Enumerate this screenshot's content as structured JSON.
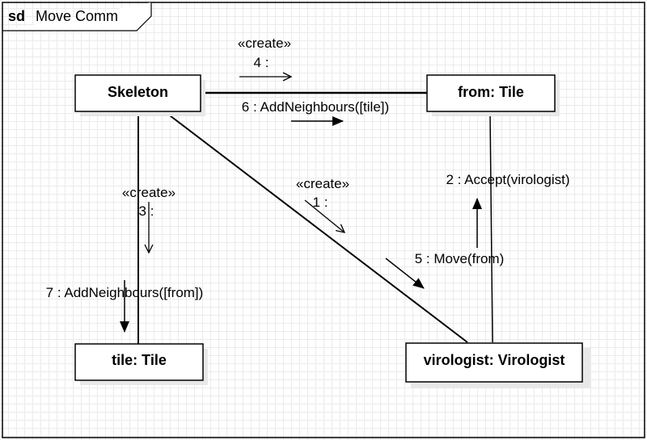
{
  "frame": {
    "keyword": "sd",
    "name": "Move Comm"
  },
  "objects": {
    "skeleton": "Skeleton",
    "from_tile": "from: Tile",
    "tile_tile": "tile: Tile",
    "virologist": "virologist: Virologist"
  },
  "messages": {
    "m4_stereo": "«create»",
    "m4": "4 :",
    "m6": "6 : AddNeighbours([tile])",
    "m2": "2 : Accept(virologist)",
    "m3_stereo": "«create»",
    "m3": "3 :",
    "m1_stereo": "«create»",
    "m1": "1 :",
    "m5": "5 : Move(from)",
    "m7": "7 : AddNeighbours([from])"
  }
}
